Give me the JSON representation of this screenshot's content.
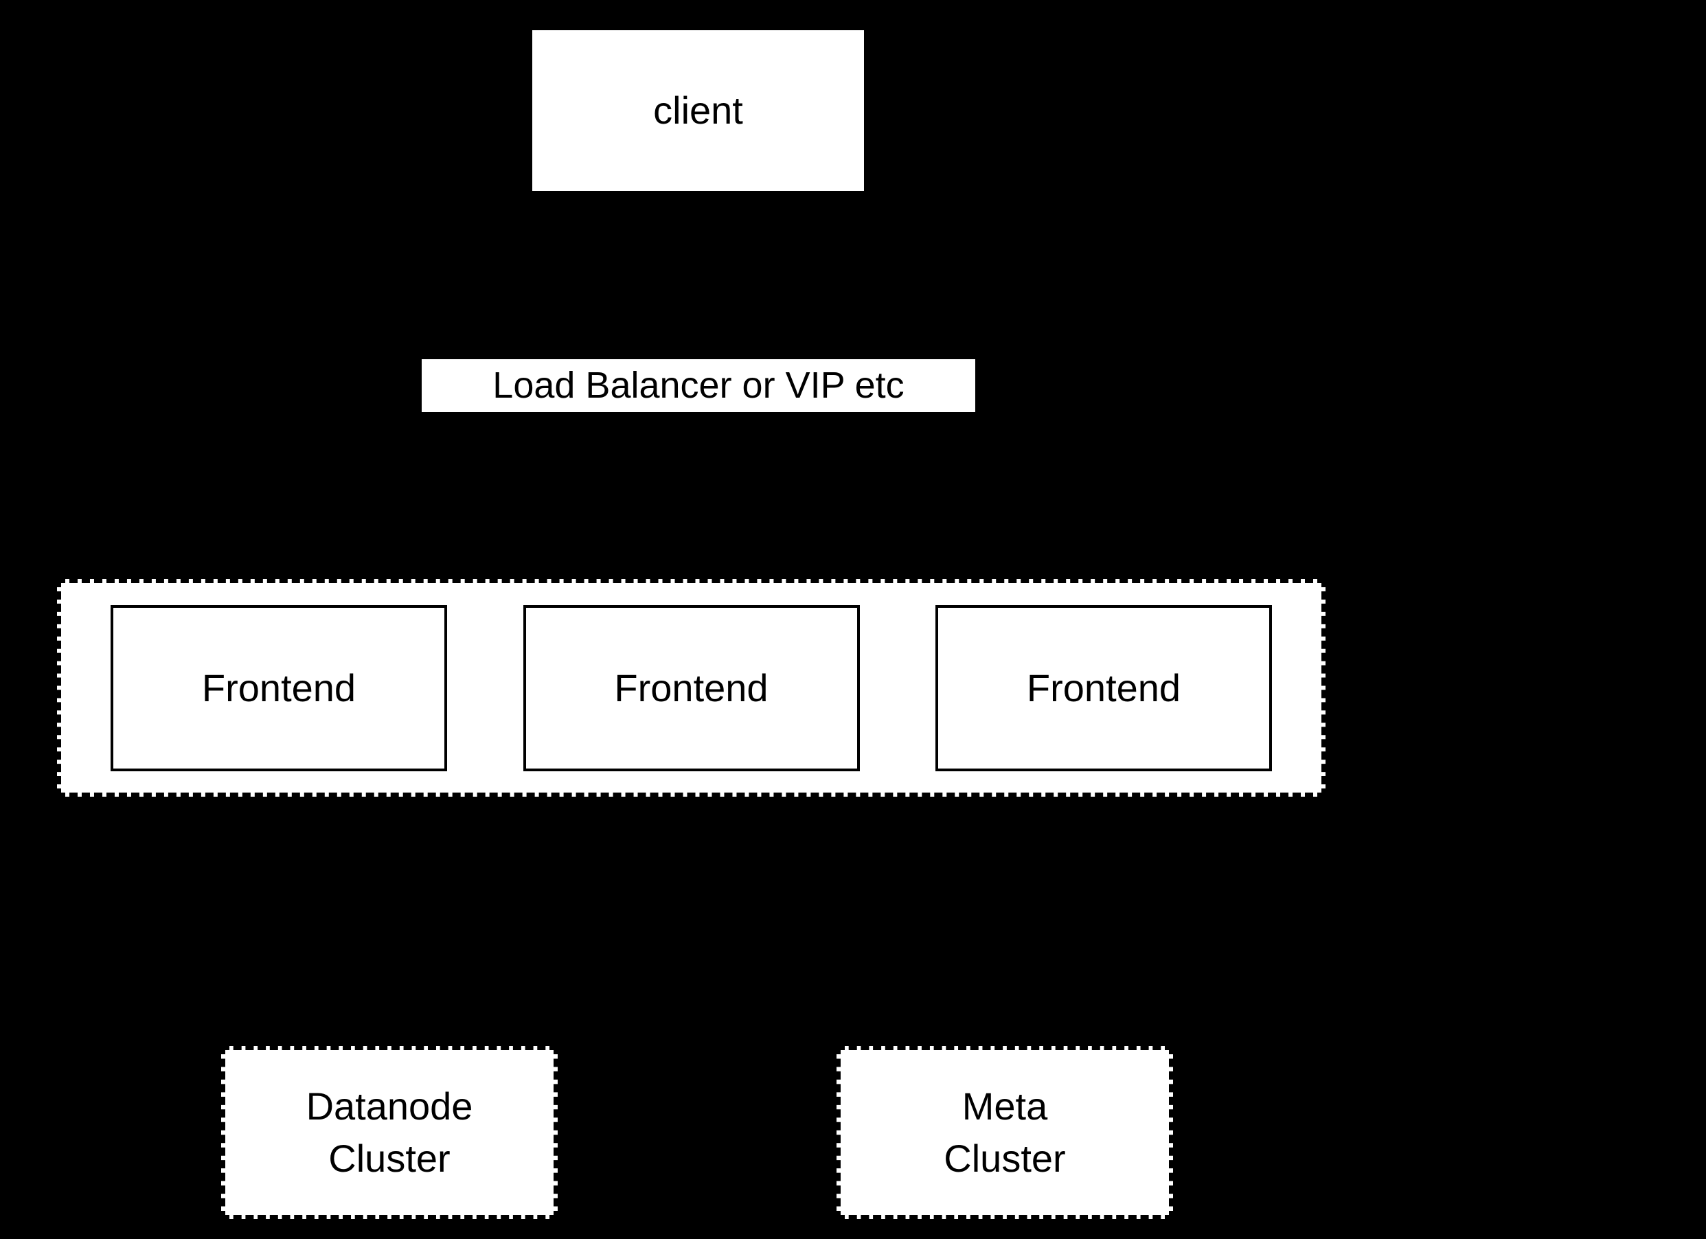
{
  "diagram": {
    "background_color": "#000000",
    "node_fill_color": "#ffffff",
    "line_color": "#000000",
    "client": {
      "label": "client"
    },
    "load_balancer": {
      "label": "Load Balancer or VIP etc"
    },
    "frontend_group": {
      "nodes": [
        {
          "label": "Frontend"
        },
        {
          "label": "Frontend"
        },
        {
          "label": "Frontend"
        }
      ]
    },
    "datanode_cluster": {
      "label": "Datanode\nCluster"
    },
    "meta_cluster": {
      "label": "Meta\nCluster"
    }
  }
}
